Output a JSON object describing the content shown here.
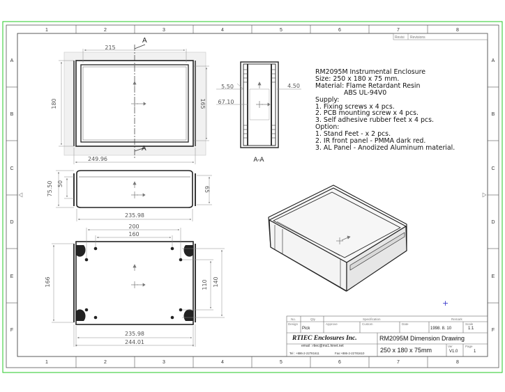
{
  "frame": {
    "columns": [
      "1",
      "2",
      "3",
      "4",
      "5",
      "6",
      "7",
      "8"
    ],
    "rows": [
      "A",
      "B",
      "C",
      "D",
      "E",
      "F"
    ],
    "revision_header": [
      "Revisi",
      "Revisions"
    ]
  },
  "views": {
    "front": {
      "width": "215",
      "height": "180",
      "right_height": "165",
      "overall_width": "249.96",
      "section_mark": "A"
    },
    "side": {
      "overall_height": "75.50",
      "inner_height": "50",
      "right_height": "65",
      "width": "235.98"
    },
    "bottom": {
      "dim_200": "200",
      "dim_160": "160",
      "height": "166",
      "dim_110": "110",
      "dim_140": "140",
      "dim_235": "235.98",
      "dim_244": "244.01"
    },
    "section": {
      "label": "A-A",
      "left_top": "5.50",
      "left_low": "67.10",
      "right": "4.50"
    }
  },
  "notes": {
    "lines": [
      "RM2095M Instrumental Enclosure",
      "Size: 250 x 180 x 75 mm.",
      "Material: Flame Retardant Resin"
    ],
    "material_grade": "ABS UL-94V0",
    "supply_title": "Supply:",
    "supply_items": [
      "1. Fixing screws x 4 pcs.",
      "2. PCB mounting screw x 4 pcs.",
      "3. Self adhesive rubber feet x 4 pcs."
    ],
    "option_title": "Option:",
    "option_items": [
      "1. Stand Feet - x 2 pcs.",
      "2. IR front panel - PMMA dark red.",
      "3. AL Panel - Anodized Aluminum material."
    ]
  },
  "title_block": {
    "hdr_no": "No.",
    "hdr_qty": "Qty",
    "hdr_spec": "Specification",
    "hdr_remark": "Remark",
    "lbl_design": "Design",
    "design_val": "Pick",
    "lbl_approve": "Approve",
    "lbl_custom": "Custom",
    "lbl_date": "Date",
    "date_val": "1998. 8. 10",
    "lbl_scale": "Scale",
    "scale_val": "1:1",
    "company": "RTIEC Enclosures Inc.",
    "email": "email : rtiec@ms1.hinet.net",
    "tel": "Tel : +886-2-22781611",
    "fax": "Fax:+886-2-22781610",
    "drawing_title": "RM2095M Dimension Drawing",
    "drawing_size": "250 x 180 x 75mm",
    "lbl_ver": "Ver",
    "ver_val": "V1.0",
    "lbl_page": "Page",
    "page_val": "1"
  },
  "colors": {
    "outer_border": "#26c926",
    "line": "#222222",
    "dim": "#8a8a8a",
    "arrow": "#777777",
    "cursor": "#3a3acc"
  }
}
